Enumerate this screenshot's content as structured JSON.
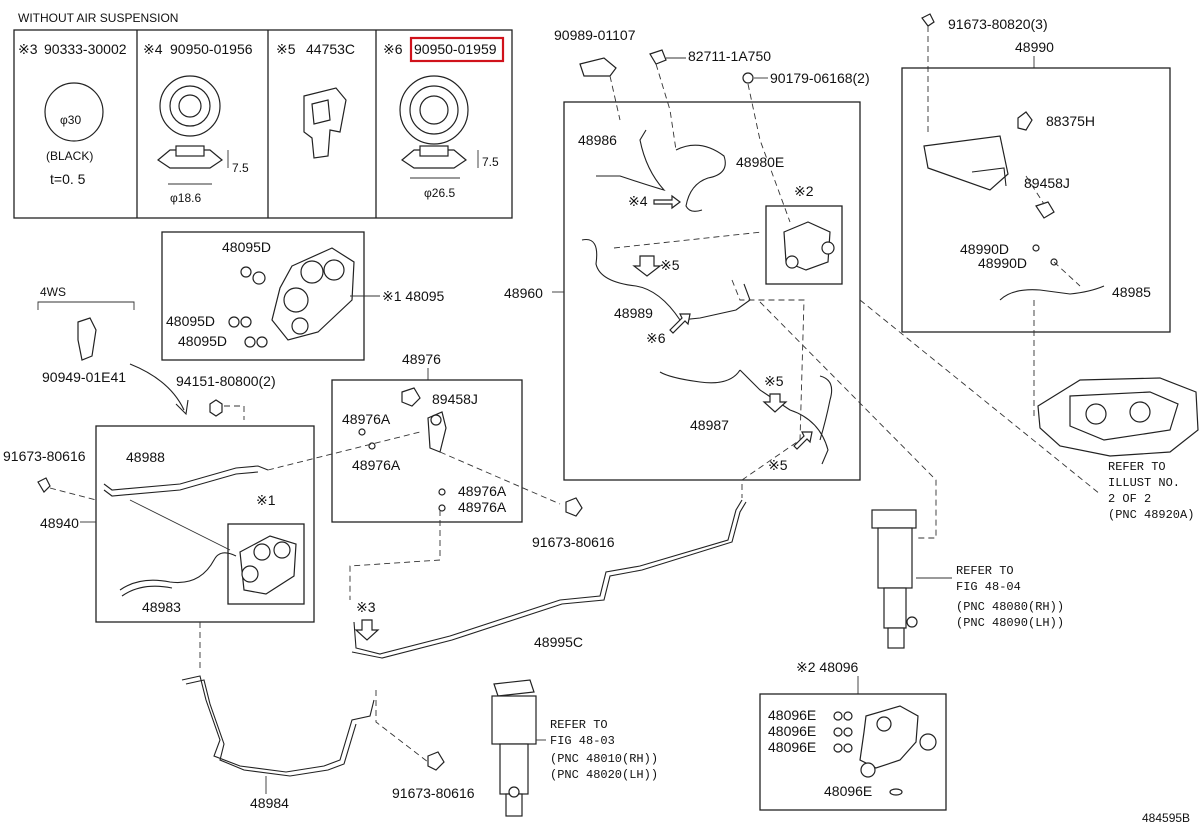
{
  "header": {
    "note": "WITHOUT AIR SUSPENSION"
  },
  "parts_table": [
    {
      "mark": "※3",
      "part_no": "90333-30002",
      "dim1": "φ30",
      "note": "(BLACK)",
      "thickness": "t=0. 5"
    },
    {
      "mark": "※4",
      "part_no": "90950-01956",
      "dim1": "7.5",
      "dim2": "φ18.6"
    },
    {
      "mark": "※5",
      "part_no": "44753C"
    },
    {
      "mark": "※6",
      "part_no": "90950-01959",
      "dim1": "7.5",
      "dim2": "φ26.5",
      "highlighted": true
    }
  ],
  "callouts": {
    "p48095D_a": "48095D",
    "p48095D_b": "48095D",
    "p48095D_c": "48095D",
    "p48095": "※1 48095",
    "ws4": "4WS",
    "p90949": "90949-01E41",
    "p94151": "94151-80800(2)",
    "p91673_a": "91673-80616",
    "p48988": "48988",
    "p48940": "48940",
    "mark1_a": "※1",
    "p48983": "48983",
    "p48976": "48976",
    "p89458J_a": "89458J",
    "p48976A_1": "48976A",
    "p48976A_2": "48976A",
    "p48976A_3": "48976A",
    "p48976A_4": "48976A",
    "p91673_b": "91673-80616",
    "p90989": "90989-01107",
    "p82711": "82711-1A750",
    "p90179": "90179-06168(2)",
    "p48986": "48986",
    "p48980E": "48980E",
    "mark2_a": "※2",
    "mark4_a": "※4",
    "mark5_a": "※5",
    "p48960": "48960",
    "p48989": "48989",
    "mark6_a": "※6",
    "mark5_b": "※5",
    "p48987": "48987",
    "mark5_c": "※5",
    "mark3_a": "※3",
    "p48995C": "48995C",
    "p91673_c": "91673-80820(3)",
    "p48990": "48990",
    "p88375H": "88375H",
    "p89458J_b": "89458J",
    "p48990D_a": "48990D",
    "p48990D_b": "48990D",
    "p48985": "48985",
    "p48984": "48984",
    "p91673_d": "91673-80616",
    "p48096": "※2 48096",
    "p48096E_1": "48096E",
    "p48096E_2": "48096E",
    "p48096E_3": "48096E",
    "p48096E_4": "48096E",
    "fig_id": "484595B"
  },
  "refer_notes": {
    "illust": [
      "REFER TO",
      "ILLUST NO.",
      "2 OF 2",
      "(PNC 48920A)"
    ],
    "fig4804": [
      "REFER TO",
      "FIG 48-04",
      "(PNC 48080(RH))",
      "(PNC 48090(LH))"
    ],
    "fig4803": [
      "REFER TO",
      "FIG 48-03",
      "(PNC 48010(RH))",
      "(PNC 48020(LH))"
    ]
  },
  "colors": {
    "highlight": "#d0121b",
    "line": "#222222"
  }
}
